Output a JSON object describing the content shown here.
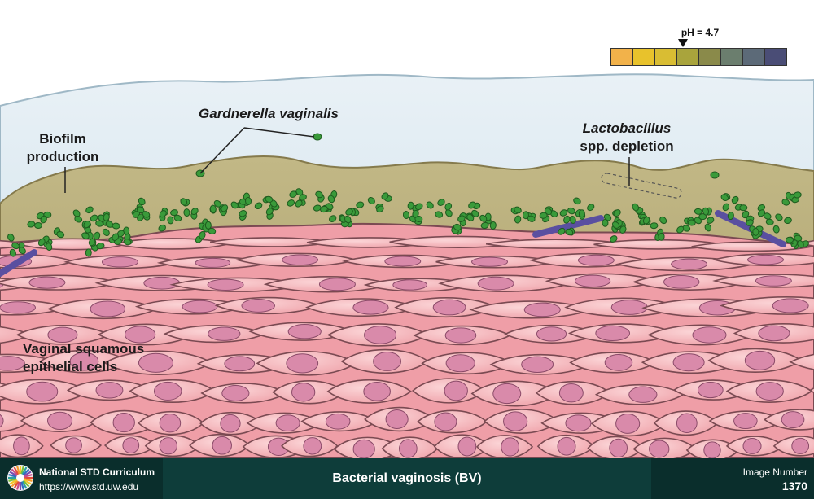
{
  "labels": {
    "gardnerella": "Gardnerella vaginalis",
    "biofilm": [
      "Biofilm",
      "production"
    ],
    "lactobacillus_italic": "Lactobacillus",
    "lactobacillus_rest": "spp. depletion",
    "epithelial": [
      "Vaginal squamous",
      "epithelial cells"
    ]
  },
  "ph_scale": {
    "label": "pH = 4.7",
    "colors": [
      "#f2b24a",
      "#e8c22c",
      "#d9bd33",
      "#a9a43c",
      "#8a8a4a",
      "#6b7e6e",
      "#5c6a78",
      "#4a4d76"
    ]
  },
  "footer": {
    "org_name": "National STD Curriculum",
    "org_url": "https://www.std.uw.edu",
    "title": "Bacterial vaginosis (BV)",
    "image_number_label": "Image Number",
    "image_number": "1370"
  },
  "colors": {
    "fluid": "#cfe2ec",
    "biofilm": "#b3a978",
    "cell_fill": "#f4b8bd",
    "nucleus": "#d98aaa",
    "gardnerella": "#3a9a3a",
    "lactobacillus": "#5a4fa0",
    "footer_bg": "#0e3d3a"
  }
}
